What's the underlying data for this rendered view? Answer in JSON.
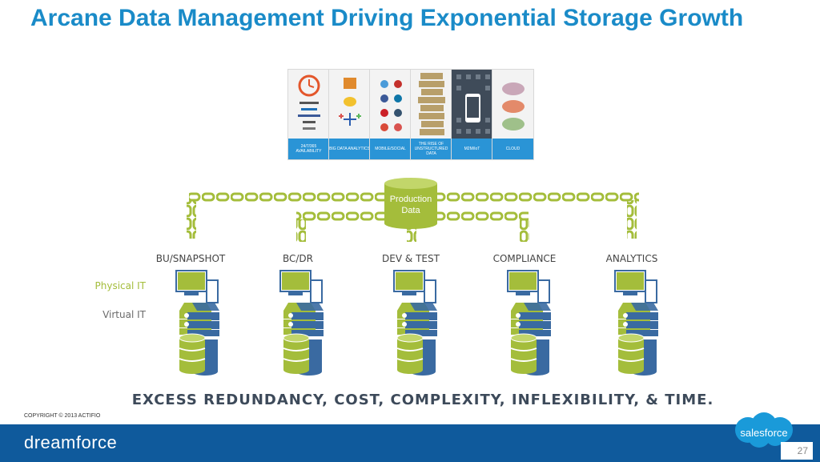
{
  "slide": {
    "title": "Arcane Data Management Driving Exponential Storage Growth",
    "production_label": "Production Data",
    "columns": [
      "BU/SNAPSHOT",
      "BC/DR",
      "DEV & TEST",
      "COMPLIANCE",
      "ANALYTICS"
    ],
    "row_labels": {
      "physical": "Physical IT",
      "virtual": "Virtual IT"
    },
    "bottom_text": "EXCESS REDUNDANCY, COST, COMPLEXITY, INFLEXIBILITY, & TIME.",
    "copyright": "COPYRIGHT © 2013 ACTIFIO",
    "footer_logo": "dreamforce",
    "salesforce_logo": "salesforce",
    "page_number": "27"
  },
  "tiles": [
    {
      "caption": "24/7/365 AVAILABILITY"
    },
    {
      "caption": "BIG DATA ANALYTICS"
    },
    {
      "caption": "MOBILE/SOCIAL"
    },
    {
      "caption": "THE RISE OF UNSTRUCTURED DATA"
    },
    {
      "caption": "M2M/IoT"
    },
    {
      "caption": "CLOUD"
    }
  ],
  "colors": {
    "title": "#1a8bc8",
    "chain": "#a4bd3b",
    "server_blue": "#3a6aa1",
    "footer": "#0f5a9c",
    "physical": "#a4bd3b",
    "virtual": "#6b6b6b"
  }
}
